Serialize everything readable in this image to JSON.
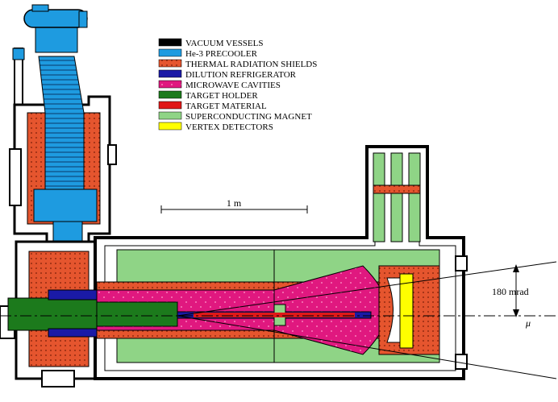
{
  "legend": [
    {
      "label": "VACUUM VESSELS",
      "color": "#000000",
      "icon": "solid-swatch"
    },
    {
      "label": "He-3  PRECOOLER",
      "color": "#1e9be0",
      "icon": "solid-swatch"
    },
    {
      "label": "THERMAL RADIATION SHIELDS",
      "color": "#e5552e",
      "icon": "dotted-swatch"
    },
    {
      "label": "DILUTION REFRIGERATOR",
      "color": "#1a1aa6",
      "icon": "solid-swatch"
    },
    {
      "label": "MICROWAVE CAVITIES",
      "color": "#e0187f",
      "icon": "dotted-swatch"
    },
    {
      "label": "TARGET HOLDER",
      "color": "#1c7a1c",
      "icon": "solid-swatch"
    },
    {
      "label": "TARGET MATERIAL",
      "color": "#e01818",
      "icon": "solid-swatch"
    },
    {
      "label": "SUPERCONDUCTING MAGNET",
      "color": "#8fd486",
      "icon": "solid-swatch"
    },
    {
      "label": "VERTEX DETECTORS",
      "color": "#ffff00",
      "icon": "solid-swatch"
    }
  ],
  "labels": {
    "scale_bar": "1 m",
    "angle": "180 mrad",
    "beam": "μ"
  }
}
